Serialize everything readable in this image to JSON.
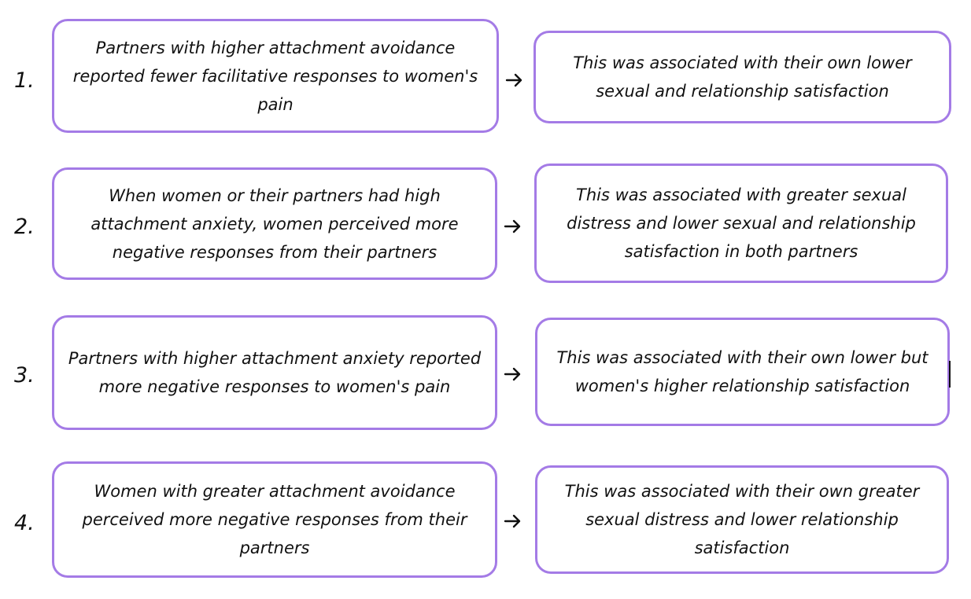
{
  "accent_color": "#a47be6",
  "rows": [
    {
      "number": "1.",
      "left_text": "Partners with higher attachment avoidance reported fewer facilitative responses to women's pain",
      "right_text": "This was associated with their own lower sexual and relationship satisfaction"
    },
    {
      "number": "2.",
      "left_text": "When women or their partners had high attachment anxiety, women perceived more negative responses from their partners",
      "right_text": "This was associated with greater sexual distress and lower sexual and relationship satisfaction in both partners"
    },
    {
      "number": "3.",
      "left_text": "Partners with higher attachment anxiety reported more negative responses to women's pain",
      "right_text": "This was associated with their own lower but women's higher relationship satisfaction"
    },
    {
      "number": "4.",
      "left_text": "Women with greater attachment avoidance perceived more negative responses from their partners",
      "right_text": "This was associated with their own greater sexual distress and lower relationship satisfaction"
    }
  ]
}
